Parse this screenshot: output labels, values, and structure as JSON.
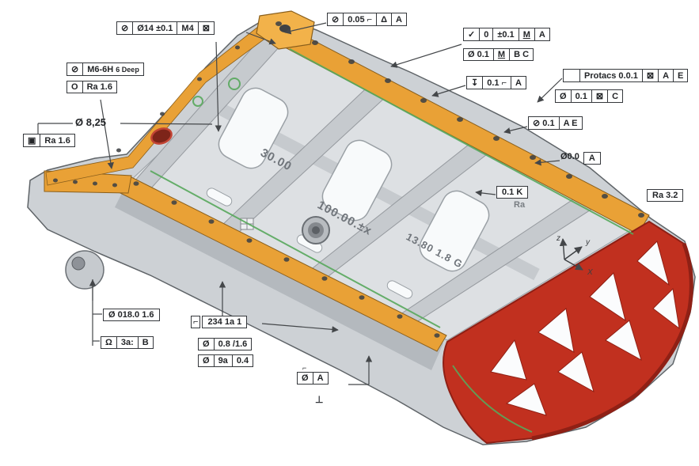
{
  "colors": {
    "flange_orange": "#E9A136",
    "flange_orange_dark": "#8a5f1c",
    "end_wall_red": "#C1301F",
    "end_wall_red_dark": "#8f2015",
    "gasket_green": "#58A85C",
    "body_gray": "#cdd1d5",
    "line_gray": "#5f6468"
  },
  "callouts": {
    "hole_pattern": {
      "sym": "⊘",
      "size": "Ø14 ±0.1",
      "thread": "M4",
      "target": "⊠"
    },
    "flatness_top": {
      "sym": "⊘",
      "tol": "0.05 ⌐",
      "tri": "Δ",
      "datum": "A"
    },
    "profile_r1": {
      "sym": "✓",
      "val": "0",
      "tol": "±0.1",
      "mod": "M",
      "datum": "A"
    },
    "profile_r2": {
      "tol": "Ø 0.1",
      "mod": "M",
      "datums": "B C"
    },
    "depth_note": {
      "sym": "↧",
      "tol": "0.1 ⌐",
      "datum": "A"
    },
    "protacs_r1": {
      "flag": "",
      "label": "Protacs 0.0.1",
      "mod": "⊠",
      "datum1": "A",
      "datum2": "E"
    },
    "protacs_r2": {
      "sym": "Ø",
      "tol": "0.1",
      "mod": "⊠",
      "datum": "C"
    },
    "position_ae": {
      "tol": "⊘ 0.1",
      "datums": "A E"
    },
    "dia_zero": {
      "text": "Ø0.0",
      "datum": "A"
    },
    "tol_01k": {
      "text": "0.1 K"
    },
    "ra_label": {
      "text": "Ra"
    },
    "ra_32": {
      "text": "Ra 3.2"
    },
    "thread_m6": {
      "sym": "⊘",
      "text": "M6-6H",
      "note": "6 Deep"
    },
    "ra_16_circle": {
      "sym": "O",
      "text": "Ra 1.6"
    },
    "dia_825": {
      "text": "Ø 8,25"
    },
    "ra_16_square": {
      "sym": "▣",
      "text": "Ra 1.6"
    },
    "dia_18": {
      "text": "Ø 018.0 1.6"
    },
    "ra_b": {
      "sym": "Ω",
      "text": "3a:",
      "datum": "B"
    },
    "note_234": {
      "prefix": "⌐",
      "text": "234 1a 1"
    },
    "fcf_lower_r1": {
      "sym": "Ø",
      "text": "0.8 /1.6"
    },
    "fcf_lower_r2": {
      "sym": "Ø",
      "text": "9a",
      "tol": "0.4"
    },
    "datum_bottom": {
      "top": "⌐",
      "sym": "Ø",
      "datum": "A",
      "sub": "⊥"
    }
  },
  "engraved": {
    "d30": "30.00",
    "d100": "100.00.±x",
    "d138": "13.80 1.8 G"
  },
  "axes": {
    "x": "X",
    "y": "y",
    "z": "z"
  }
}
